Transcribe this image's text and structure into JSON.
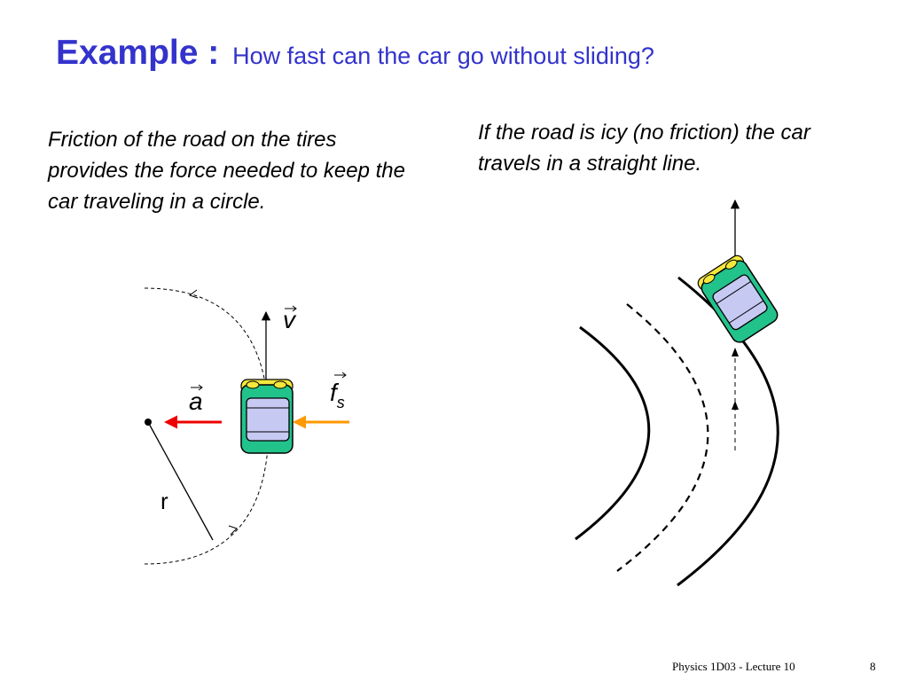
{
  "title": {
    "lead": "Example :",
    "question": "How fast can the car go without sliding?"
  },
  "left_text": "Friction of the road on the tires provides the force needed to keep the car traveling in a circle.",
  "right_text": "If the road is icy (no friction) the car travels in a straight line.",
  "labels": {
    "velocity": "v",
    "acceleration": "a",
    "friction": "f",
    "friction_sub": "s",
    "radius": "r"
  },
  "footer": {
    "label": "Physics 1D03 - Lecture 10",
    "page": "8"
  },
  "colors": {
    "title": "#3333cc",
    "car_body": "#22c28b",
    "car_window": "#c6c9f2",
    "headlight": "#f4e83c",
    "acceleration_arrow": "#ee0000",
    "friction_arrow": "#ff9900"
  }
}
